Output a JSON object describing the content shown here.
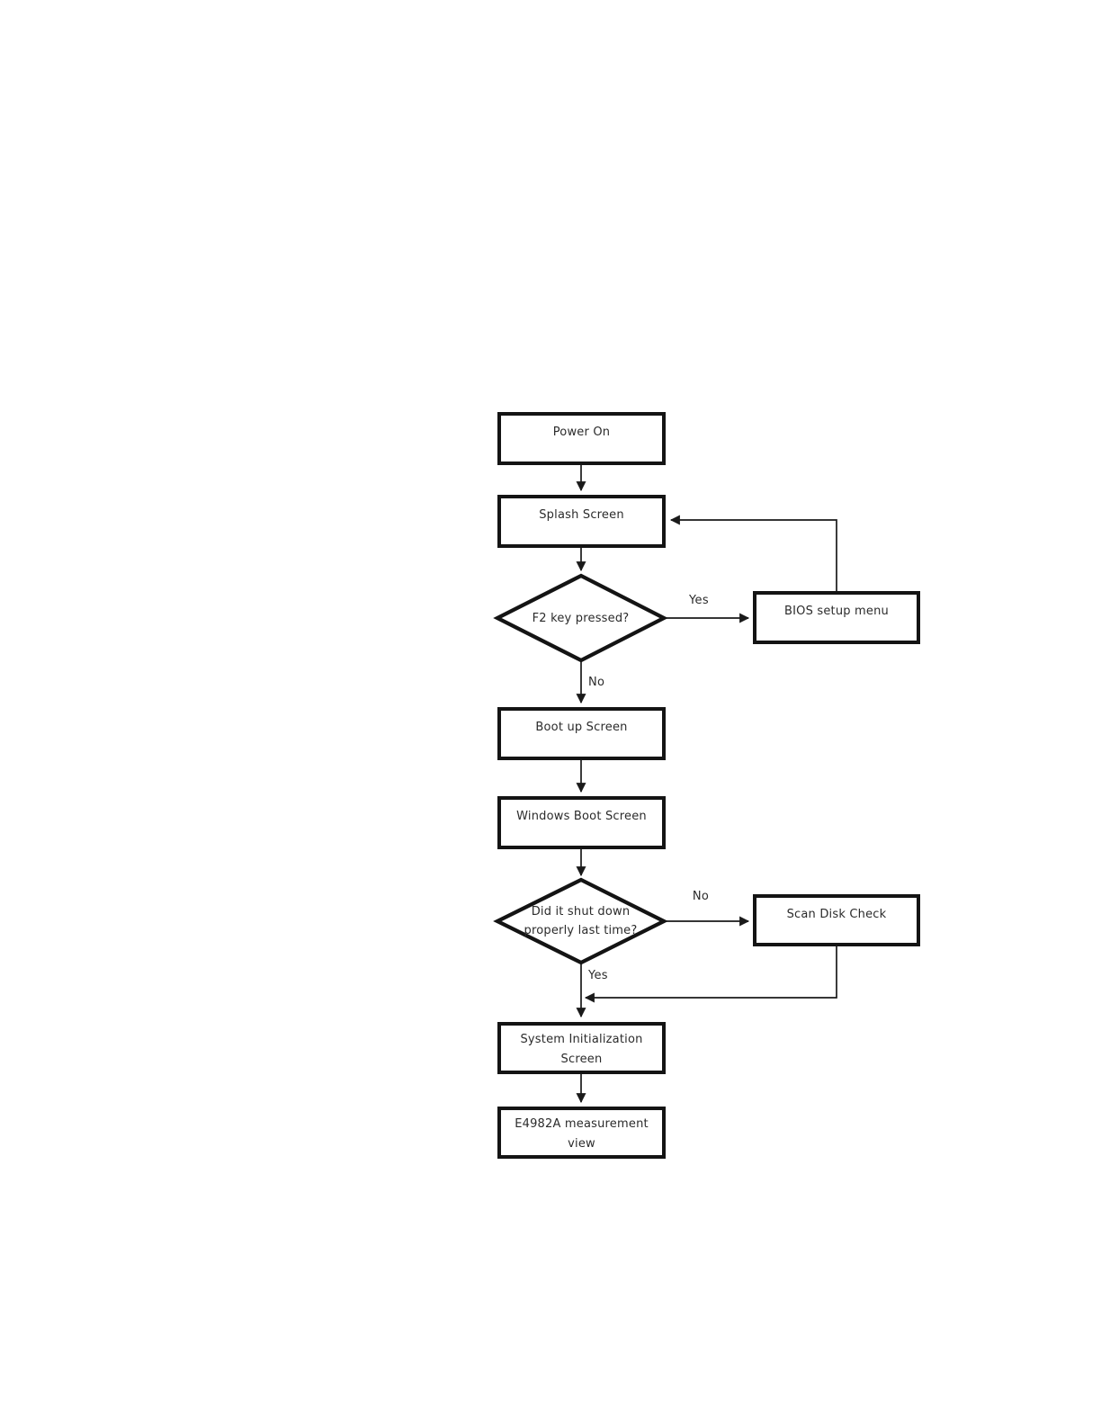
{
  "flowchart": {
    "nodes": {
      "power_on": "Power On",
      "splash_screen": "Splash Screen",
      "f2_decision": "F2 key pressed?",
      "bios_setup_menu": "BIOS setup menu",
      "boot_up_screen": "Boot up Screen",
      "windows_boot_screen": "Windows Boot Screen",
      "shutdown_decision": "Did it shut down\nproperly last time?",
      "scan_disk_check": "Scan Disk Check",
      "system_init_screen": "System Initialization\nScreen",
      "e4982a_view": "E4982A measurement\nview"
    },
    "edge_labels": {
      "f2_yes": "Yes",
      "f2_no": "No",
      "shutdown_no": "No",
      "shutdown_yes": "Yes"
    },
    "edges": [
      {
        "from": "Power On",
        "to": "Splash Screen",
        "label": ""
      },
      {
        "from": "Splash Screen",
        "to": "F2 key pressed?",
        "label": ""
      },
      {
        "from": "F2 key pressed?",
        "to": "BIOS setup menu",
        "label": "Yes"
      },
      {
        "from": "BIOS setup menu",
        "to": "Splash Screen",
        "label": ""
      },
      {
        "from": "F2 key pressed?",
        "to": "Boot up Screen",
        "label": "No"
      },
      {
        "from": "Boot up Screen",
        "to": "Windows Boot Screen",
        "label": ""
      },
      {
        "from": "Windows Boot Screen",
        "to": "Did it shut down properly last time?",
        "label": ""
      },
      {
        "from": "Did it shut down properly last time?",
        "to": "Scan Disk Check",
        "label": "No"
      },
      {
        "from": "Did it shut down properly last time?",
        "to": "System Initialization Screen",
        "label": "Yes"
      },
      {
        "from": "Scan Disk Check",
        "to": "System Initialization Screen",
        "label": ""
      },
      {
        "from": "System Initialization Screen",
        "to": "E4982A measurement view",
        "label": ""
      }
    ],
    "colors": {
      "background": "#ffffff",
      "shape_border": "#141414",
      "connector": "#1a1a1a",
      "text": "#2b2b2b"
    }
  }
}
